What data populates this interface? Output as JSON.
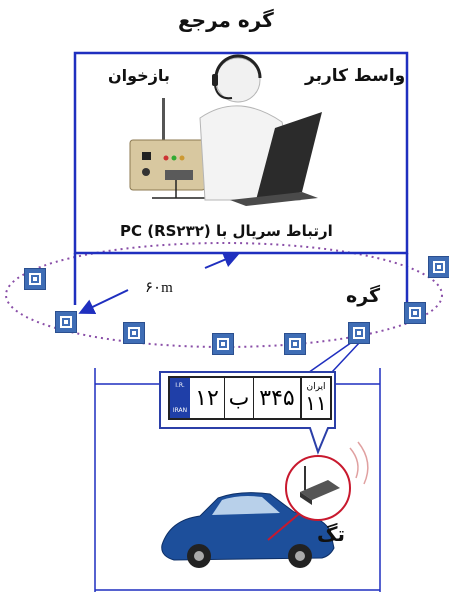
{
  "reference_node_title": "گره مرجع",
  "reader_label": "بازخوان",
  "user_interface_label": "واسط کاربر",
  "serial_link_label": "ارتباط سریال با PC (RS۲۳۲)",
  "distance_label": "۶۰m",
  "node_label": "گره",
  "tag_label": "تگ",
  "plate": {
    "country": "ایران",
    "region": "۱۱",
    "number": "۳۴۵",
    "letter": "ب",
    "serial": "۱۲",
    "strip_top": "I.R.",
    "strip_bottom": "IRAN"
  },
  "colors": {
    "frame_blue": "#1f2fbf",
    "tag_blue": "#3f6db5",
    "ellipse_purple": "#8a4fa8",
    "car_blue": "#1d4f9b"
  }
}
